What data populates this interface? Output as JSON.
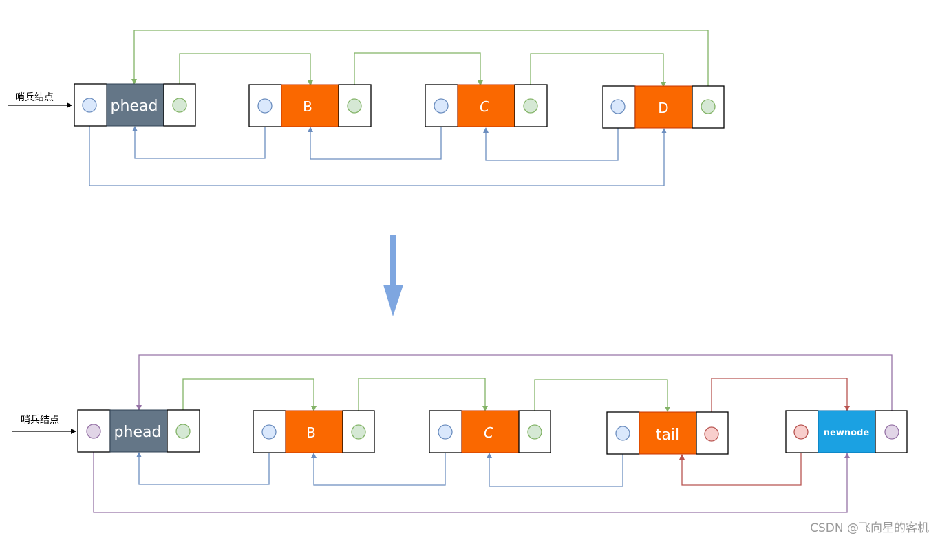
{
  "colors": {
    "prev_link": "#6c8ebf",
    "next_link": "#82b366",
    "wrap_link": "#9673a6",
    "tail_link": "#b85450",
    "head_fill": "#647687",
    "node_fill": "#fa6800",
    "newnode_fill": "#1ba1e2",
    "arrow_big": "#7ea6e0"
  },
  "top": {
    "sentinel_caption": "哨兵结点",
    "nodes": [
      {
        "label": "phead"
      },
      {
        "label": "B"
      },
      {
        "label": "C"
      },
      {
        "label": "D"
      }
    ]
  },
  "bottom": {
    "sentinel_caption": "哨兵结点",
    "nodes": [
      {
        "label": "phead"
      },
      {
        "label": "B"
      },
      {
        "label": "C"
      },
      {
        "label": "tail"
      },
      {
        "label": "newnode"
      }
    ]
  },
  "watermark": "CSDN @飞向星的客机"
}
